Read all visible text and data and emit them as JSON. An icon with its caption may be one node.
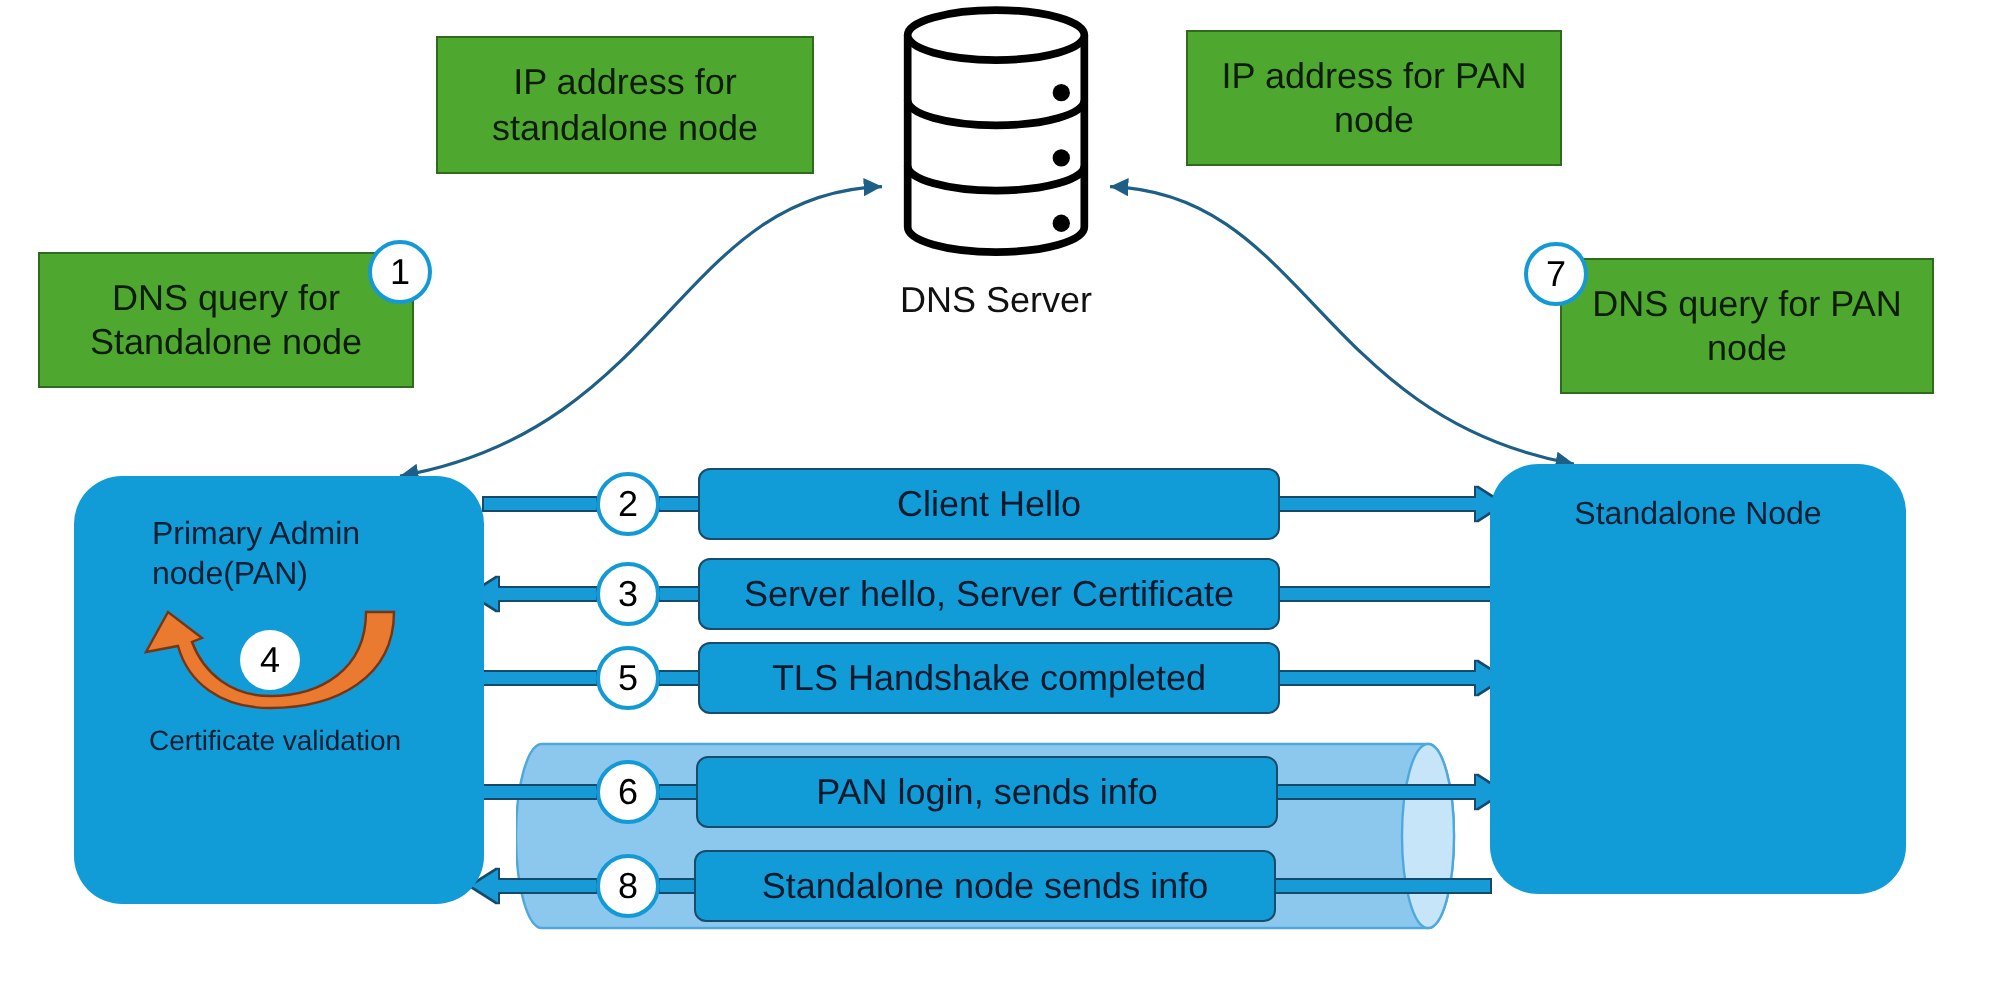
{
  "diagram": {
    "nodes": [
      {
        "text": [
          "IP address for standalone node"
        ]
      },
      {
        "text": [
          "DNS Server"
        ]
      },
      {
        "text": [
          "IP address for PAN node"
        ]
      },
      {
        "text": [
          "DNS query for Standalone node"
        ]
      },
      {
        "text": [
          "1"
        ]
      },
      {
        "text": [
          "7"
        ]
      },
      {
        "text": [
          "DNS query for PAN node"
        ]
      },
      {
        "text": [
          "Primary Admin node(PAN)"
        ]
      },
      {
        "text": [
          "4"
        ],
        "in": 7,
        "beside": [
          "Certificate validation"
        ]
      },
      {
        "text": [
          "Standalone Node"
        ]
      },
      {
        "text": [
          "2"
        ]
      },
      {
        "text": [
          "Client Hello"
        ]
      },
      {
        "text": [
          "3"
        ]
      },
      {
        "text": [
          "Server hello, Server Certificate"
        ]
      },
      {
        "text": [
          "5"
        ]
      },
      {
        "text": [
          "TLS Handshake completed"
        ]
      },
      {
        "text": [],
        "shape": "cylinder"
      },
      {
        "text": [
          "6"
        ],
        "in": 16
      },
      {
        "text": [
          "PAN login, sends info"
        ],
        "in": 16
      },
      {
        "text": [
          "8"
        ],
        "in": 16
      },
      {
        "text": [
          "Standalone node sends info"
        ],
        "in": 16
      }
    ],
    "edges": [
      {
        "from": 7,
        "to": 1,
        "arrow": "both",
        "color": "#1d5f86"
      },
      {
        "from": 1,
        "to": 9,
        "arrow": "both",
        "color": "#1d5f86"
      },
      {
        "from": 7,
        "to": 10,
        "arrow": "none"
      },
      {
        "from": 10,
        "to": 11,
        "arrow": "none"
      },
      {
        "from": 11,
        "to": 9,
        "arrow": "to"
      },
      {
        "from": 9,
        "to": 13,
        "arrow": "none"
      },
      {
        "from": 13,
        "to": 12,
        "arrow": "none"
      },
      {
        "from": 12,
        "to": 7,
        "arrow": "to"
      },
      {
        "from": 7,
        "to": 14,
        "arrow": "none"
      },
      {
        "from": 14,
        "to": 15,
        "arrow": "none"
      },
      {
        "from": 15,
        "to": 9,
        "arrow": "to"
      },
      {
        "from": 7,
        "to": 17,
        "arrow": "none"
      },
      {
        "from": 17,
        "to": 18,
        "arrow": "none"
      },
      {
        "from": 18,
        "to": 9,
        "arrow": "to"
      },
      {
        "from": 9,
        "to": 20,
        "arrow": "none"
      },
      {
        "from": 20,
        "to": 19,
        "arrow": "none"
      },
      {
        "from": 19,
        "to": 7,
        "arrow": "to"
      }
    ]
  }
}
